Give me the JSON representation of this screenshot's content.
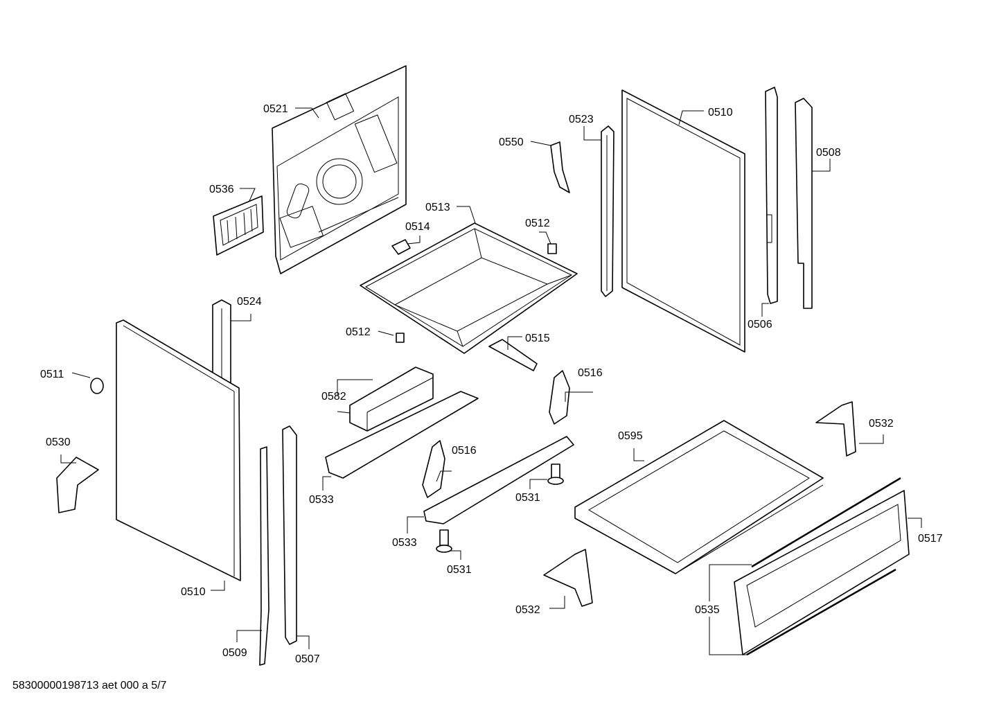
{
  "document_code": "58300000198713 aet 000 a 5/7",
  "callouts": [
    {
      "id": "c0521",
      "label": "0521"
    },
    {
      "id": "c0536",
      "label": "0536"
    },
    {
      "id": "c0513",
      "label": "0513"
    },
    {
      "id": "c0514",
      "label": "0514"
    },
    {
      "id": "c0512a",
      "label": "0512"
    },
    {
      "id": "c0550",
      "label": "0550"
    },
    {
      "id": "c0523",
      "label": "0523"
    },
    {
      "id": "c0510a",
      "label": "0510"
    },
    {
      "id": "c0508",
      "label": "0508"
    },
    {
      "id": "c0506",
      "label": "0506"
    },
    {
      "id": "c0524",
      "label": "0524"
    },
    {
      "id": "c0512b",
      "label": "0512"
    },
    {
      "id": "c0515",
      "label": "0515"
    },
    {
      "id": "c0511",
      "label": "0511"
    },
    {
      "id": "c0582",
      "label": "0582"
    },
    {
      "id": "c0516a",
      "label": "0516"
    },
    {
      "id": "c0530",
      "label": "0530"
    },
    {
      "id": "c0533a",
      "label": "0533"
    },
    {
      "id": "c0516b",
      "label": "0516"
    },
    {
      "id": "c0595",
      "label": "0595"
    },
    {
      "id": "c0532a",
      "label": "0532"
    },
    {
      "id": "c0531a",
      "label": "0531"
    },
    {
      "id": "c0533b",
      "label": "0533"
    },
    {
      "id": "c0517",
      "label": "0517"
    },
    {
      "id": "c0531b",
      "label": "0531"
    },
    {
      "id": "c0510b",
      "label": "0510"
    },
    {
      "id": "c0535",
      "label": "0535"
    },
    {
      "id": "c0532b",
      "label": "0532"
    },
    {
      "id": "c0509",
      "label": "0509"
    },
    {
      "id": "c0507",
      "label": "0507"
    }
  ]
}
